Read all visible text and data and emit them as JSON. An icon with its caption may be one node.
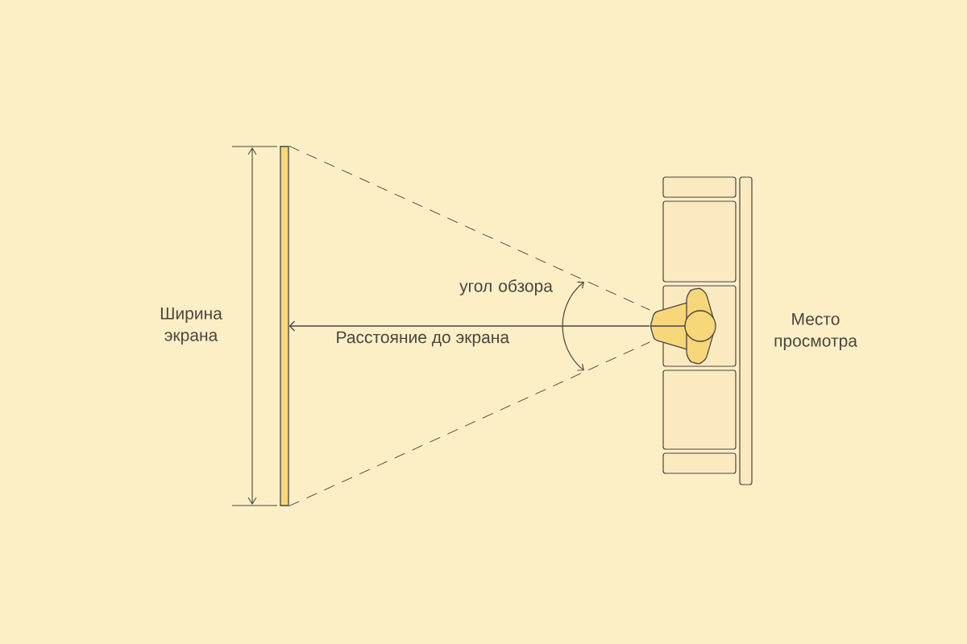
{
  "diagram": {
    "nodes": [
      {
        "text": [],
        "shape": "bar"
      },
      {
        "text": [],
        "shape": "person"
      }
    ],
    "edges": [
      {
        "from": 1,
        "to": 0,
        "arrow": "to",
        "label": "Расстояние до экрана"
      },
      {
        "from": 0,
        "to": 1,
        "arrow": "none",
        "style": "dashed"
      },
      {
        "from": 0,
        "to": 1,
        "arrow": "none",
        "style": "dashed"
      }
    ],
    "labels": [
      "Ширина экрана",
      "угол обзора",
      "Место просмотра"
    ]
  }
}
